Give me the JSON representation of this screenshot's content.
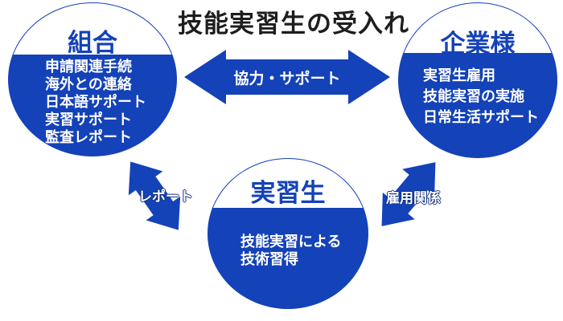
{
  "title": "技能実習生の受入れ",
  "colors": {
    "primary_blue": "#1442b8",
    "title_black": "#1e1e1e",
    "item_text": "#ffffff"
  },
  "nodes": {
    "union": {
      "title": "組合",
      "items": [
        "申請関連手続",
        "海外との連絡",
        "日本語サポート",
        "実習サポート",
        "監査レポート"
      ]
    },
    "company": {
      "title": "企業様",
      "items": [
        "実習生雇用",
        "技能実習の実施",
        "日常生活サポート"
      ]
    },
    "trainee": {
      "title": "実習生",
      "items": [
        "技能実習による",
        "技術習得"
      ]
    }
  },
  "arrows": {
    "cooperation": {
      "label": "協力・サポート",
      "between": "union-company"
    },
    "report": {
      "label": "レポート",
      "between": "union-trainee"
    },
    "employment": {
      "label": "雇用関係",
      "between": "company-trainee"
    }
  }
}
